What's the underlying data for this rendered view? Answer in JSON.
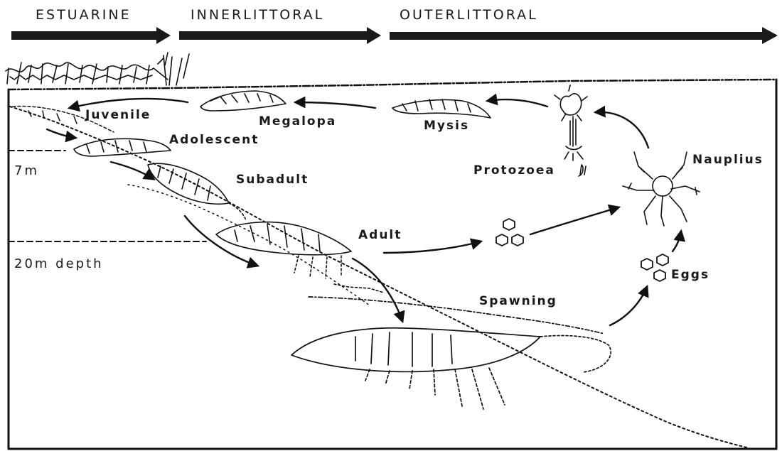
{
  "zones": [
    {
      "id": "estuarine",
      "label": "ESTUARINE"
    },
    {
      "id": "innerlittoral",
      "label": "INNERLITTORAL"
    },
    {
      "id": "outerlittoral",
      "label": "OUTERLITTORAL"
    }
  ],
  "stages": {
    "juvenile": "Juvenile",
    "megalopa": "Megalopa",
    "mysis": "Mysis",
    "protozoea": "Protozoea",
    "nauplius": "Nauplius",
    "adolescent": "Adolescent",
    "subadult": "Subadult",
    "adult": "Adult",
    "eggs": "Eggs",
    "spawning": "Spawning"
  },
  "depths": {
    "shallow": "7m",
    "deep": "20m depth"
  },
  "colors": {
    "ink": "#111111",
    "background": "#ffffff"
  }
}
